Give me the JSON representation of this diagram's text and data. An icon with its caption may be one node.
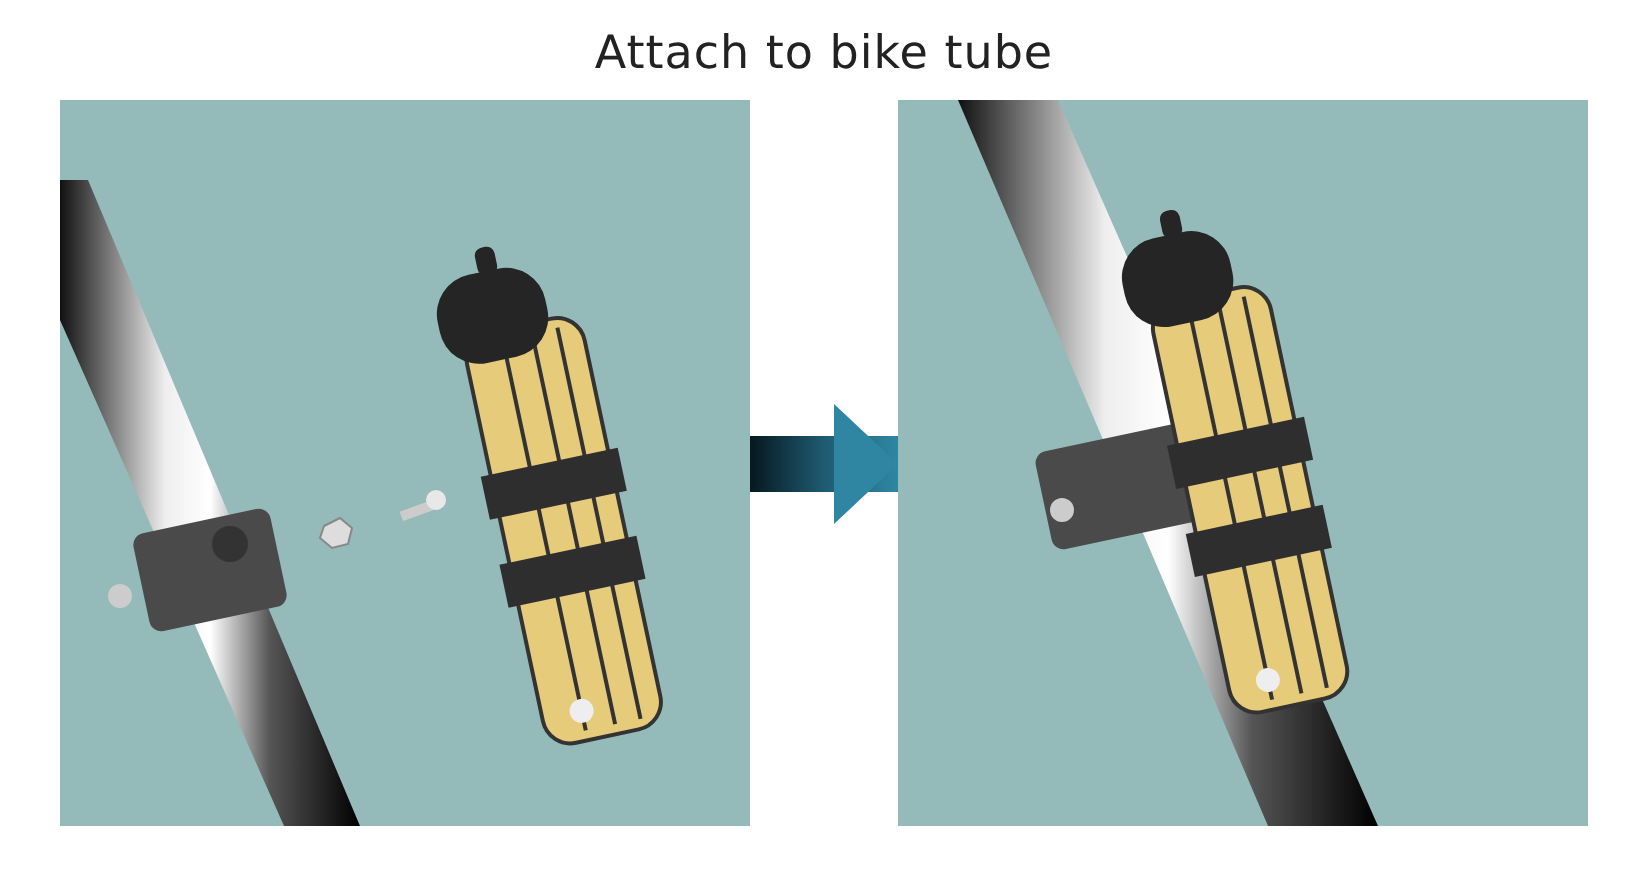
{
  "diagram": {
    "title": "Attach to bike tube",
    "nodes": [
      {
        "text": [],
        "shape": "picture"
      },
      {
        "text": [],
        "shape": "picture"
      }
    ],
    "edges": [
      {
        "from": 0,
        "to": 1,
        "arrow": "to"
      }
    ]
  }
}
